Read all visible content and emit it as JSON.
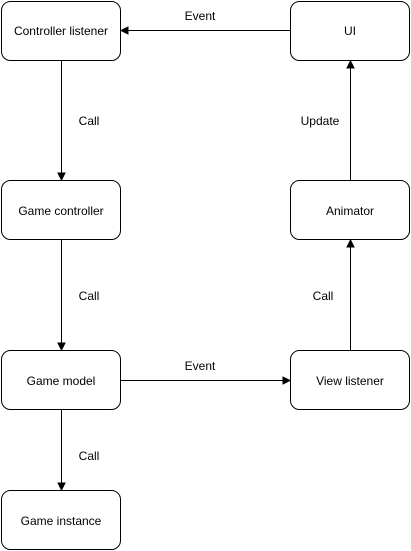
{
  "nodes": {
    "controller_listener": "Controller listener",
    "ui": "UI",
    "game_controller": "Game controller",
    "animator": "Animator",
    "game_model": "Game model",
    "view_listener": "View listener",
    "game_instance": "Game instance"
  },
  "edges": {
    "ui_to_controller_listener": "Event",
    "controller_listener_to_game_controller": "Call",
    "animator_to_ui": "Update",
    "game_controller_to_game_model": "Call",
    "view_listener_to_animator": "Call",
    "game_model_to_view_listener": "Event",
    "game_model_to_game_instance": "Call"
  }
}
